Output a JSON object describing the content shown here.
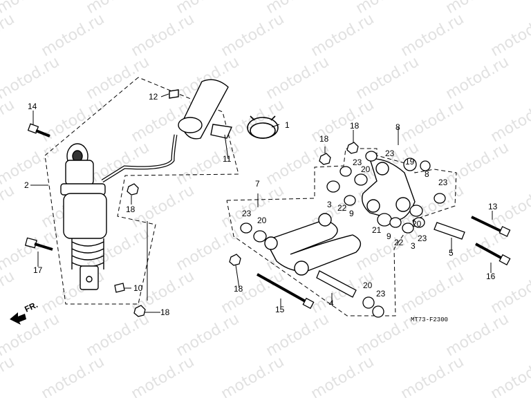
{
  "watermark": "motod.ru",
  "diagram_code": "MT73-F2300",
  "direction_label": "FR.",
  "callouts": {
    "c1": "1",
    "c2": "2",
    "c3a": "3",
    "c3b": "3",
    "c4": "4",
    "c5": "5",
    "c7": "7",
    "c8a": "8",
    "c8b": "8",
    "c9a": "9",
    "c9b": "9",
    "c10": "10",
    "c11": "11",
    "c12": "12",
    "c13": "13",
    "c14": "14",
    "c15": "15",
    "c16": "16",
    "c17": "17",
    "c18a": "18",
    "c18b": "18",
    "c18c": "18",
    "c18d": "18",
    "c19": "19",
    "c20a": "20",
    "c20b": "20",
    "c20c": "20",
    "c20d": "20",
    "c21": "21",
    "c22a": "22",
    "c22b": "22",
    "c23a": "23",
    "c23b": "23",
    "c23c": "23",
    "c23d": "23",
    "c23e": "23",
    "c23f": "23"
  },
  "colors": {
    "line": "#000000",
    "watermark": "#c8c8c8",
    "background": "#ffffff"
  }
}
